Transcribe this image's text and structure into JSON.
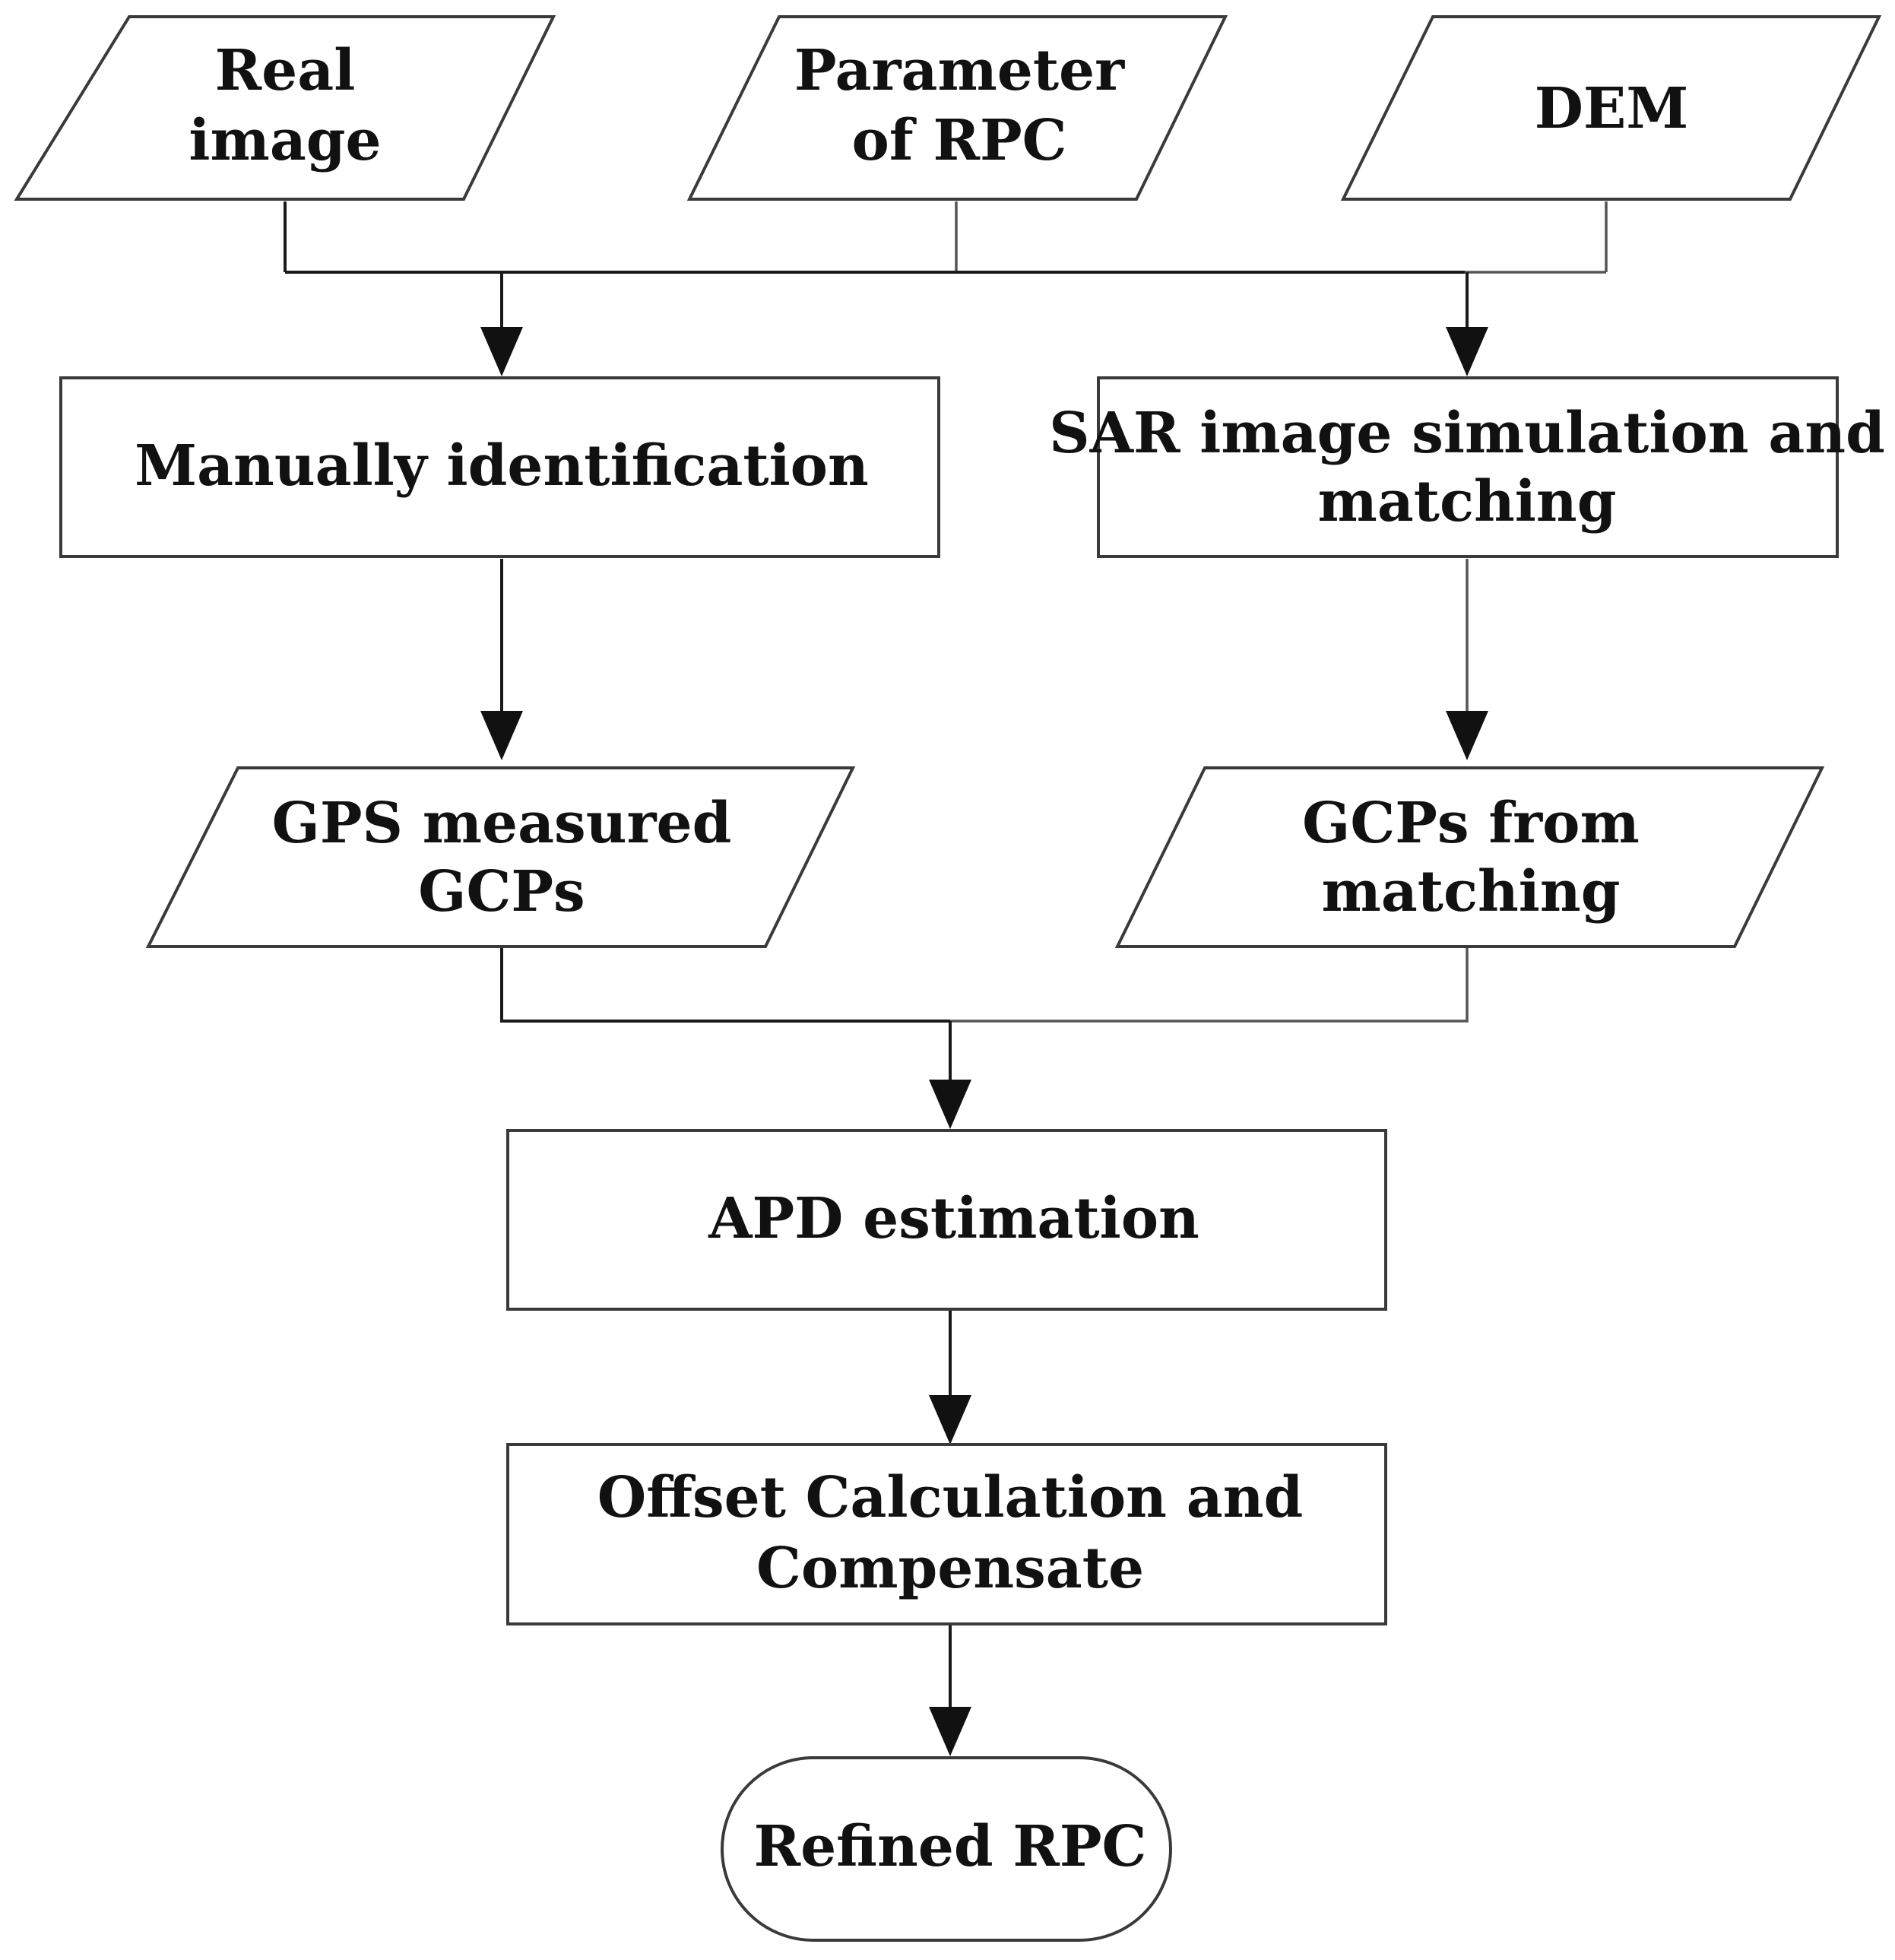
{
  "nodes": {
    "real_image": {
      "line1": "Real",
      "line2": "image"
    },
    "parameter_rpc": {
      "line1": "Parameter",
      "line2": "of RPC"
    },
    "dem": {
      "line1": "DEM"
    },
    "manual_identification": {
      "line1": "Manually identification"
    },
    "sar_simulation": {
      "line1": "SAR image simulation and",
      "line2": "matching"
    },
    "gps_gcps": {
      "line1": "GPS measured",
      "line2": "GCPs"
    },
    "gcps_matching": {
      "line1": "GCPs from",
      "line2": "matching"
    },
    "apd_estimation": {
      "line1": "APD estimation"
    },
    "offset_calc": {
      "line1": "Offset Calculation and",
      "line2": "Compensate"
    },
    "refined_rpc": {
      "line1": "Refined RPC"
    }
  },
  "colors": {
    "stroke": "#3a3a3a",
    "text": "#111111",
    "background": "#ffffff"
  }
}
